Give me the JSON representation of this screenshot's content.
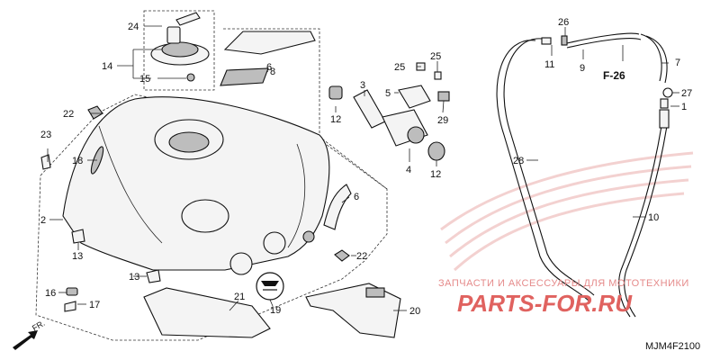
{
  "diagram": {
    "code": "MJM4F2100",
    "section_ref": "F-26",
    "direction_label": "FR.",
    "callouts": {
      "c1": "1",
      "c2": "2",
      "c3": "3",
      "c4": "4",
      "c5": "5",
      "c6a": "6",
      "c6b": "6",
      "c7": "7",
      "c8": "8",
      "c9": "9",
      "c10": "10",
      "c11": "11",
      "c12a": "12",
      "c12b": "12",
      "c13a": "13",
      "c13b": "13",
      "c14": "14",
      "c15": "15",
      "c16": "16",
      "c17": "17",
      "c18": "18",
      "c19": "19",
      "c20": "20",
      "c21": "21",
      "c22a": "22",
      "c22b": "22",
      "c23": "23",
      "c24": "24",
      "c25a": "25",
      "c25b": "25",
      "c26": "26",
      "c27": "27",
      "c28": "28",
      "c29": "29"
    }
  },
  "watermark": {
    "tagline": "ЗАПЧАСТИ И АКСЕССУАРЫ ДЛЯ МОТОТЕХНИКИ",
    "brand": "PARTS-FOR.RU"
  },
  "colors": {
    "watermark": "#e0625f",
    "ink": "#111111"
  }
}
